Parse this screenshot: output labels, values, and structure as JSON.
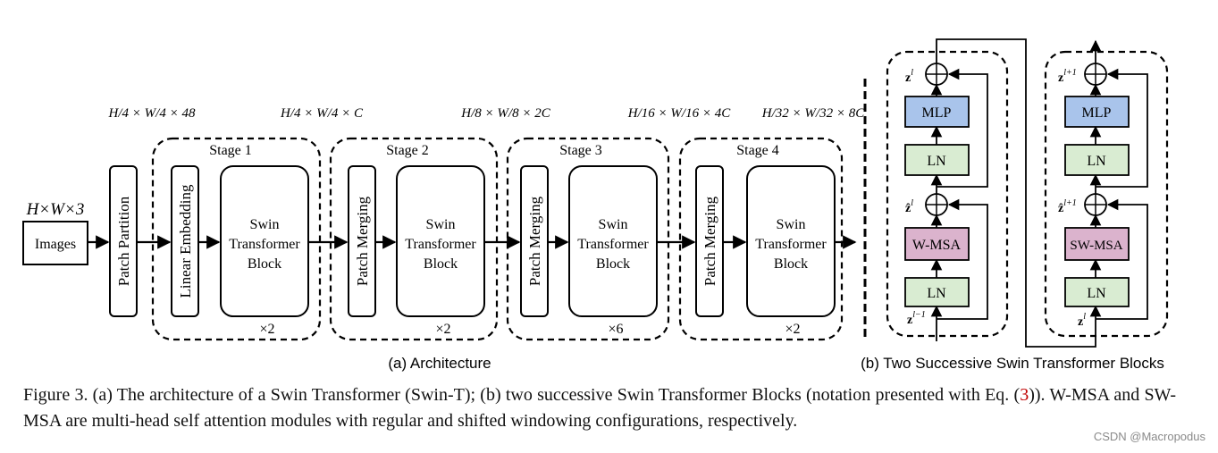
{
  "input": {
    "label": "Images",
    "dim": "H×W×3"
  },
  "patch_partition": {
    "label": "Patch Partition",
    "dim": "H/4 × W/4 × 48"
  },
  "stages": [
    {
      "title": "Stage 1",
      "first_block": "Linear Embedding",
      "repeat": "×2",
      "dim": "H/4 × W/4 × C"
    },
    {
      "title": "Stage 2",
      "first_block": "Patch Merging",
      "repeat": "×2",
      "dim": "H/8 × W/8 × 2C"
    },
    {
      "title": "Stage 3",
      "first_block": "Patch Merging",
      "repeat": "×6",
      "dim": "H/16 × W/16 × 4C"
    },
    {
      "title": "Stage 4",
      "first_block": "Patch Merging",
      "repeat": "×2",
      "dim": "H/32 × W/32 × 8C"
    }
  ],
  "swin_block": {
    "line1": "Swin",
    "line2": "Transformer",
    "line3": "Block"
  },
  "block_a": {
    "mlp": "MLP",
    "ln_top": "LN",
    "msa": "W-MSA",
    "ln_bottom": "LN",
    "in_var": "z",
    "in_sup": "l−1",
    "mid_var": "ẑ",
    "mid_sup": "l",
    "out_var": "z",
    "out_sup": "l"
  },
  "block_b": {
    "mlp": "MLP",
    "ln_top": "LN",
    "msa": "SW-MSA",
    "ln_bottom": "LN",
    "in_var": "z",
    "in_sup": "l",
    "mid_var": "ẑ",
    "mid_sup": "l+1",
    "out_var": "z",
    "out_sup": "l+1"
  },
  "sublabels": {
    "a": "(a) Architecture",
    "b": "(b) Two Successive Swin Transformer Blocks"
  },
  "caption": {
    "part1": "Figure 3. (a) The architecture of a Swin Transformer (Swin-T); (b) two successive Swin Transformer Blocks (notation presented with Eq. (",
    "ref": "3",
    "part2": ")). W-MSA and SW-MSA are multi-head self attention modules with regular and shifted windowing configurations, respectively."
  },
  "watermark": "CSDN @Macropodus",
  "colors": {
    "mlp": "#a9c4eb",
    "ln": "#d9ecd2",
    "msa": "#dbb3cd",
    "stroke": "#000000"
  }
}
